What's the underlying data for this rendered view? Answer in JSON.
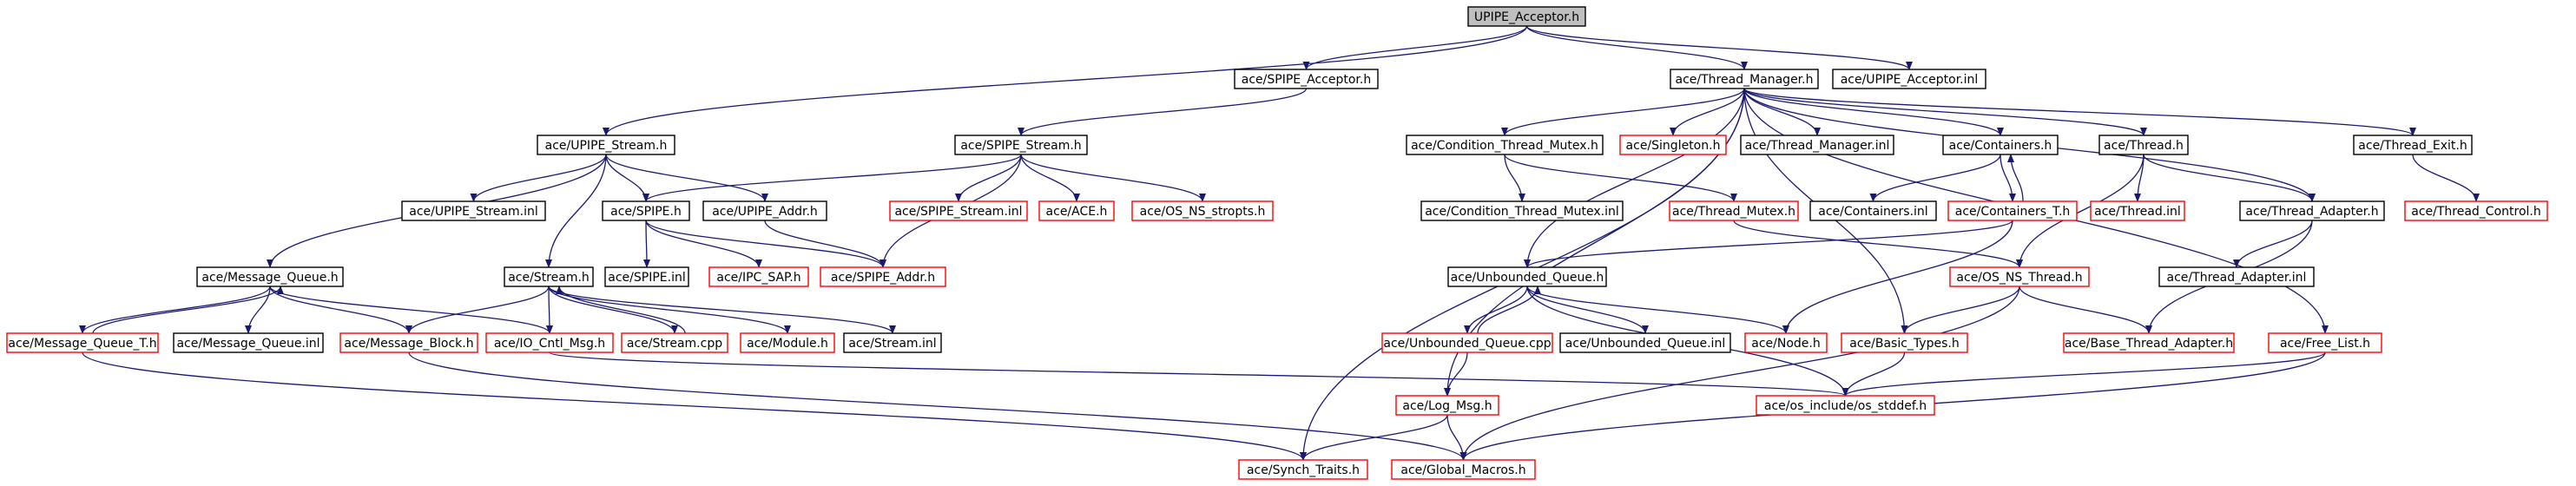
{
  "colors": {
    "edge": "#191970",
    "border_normal": "#000000",
    "border_truncated": "#ff0000",
    "fill_root": "#bfbfbf",
    "fill_normal": "#ffffff",
    "text": "#000000"
  },
  "nodes": [
    {
      "id": "upipe_acceptor_h",
      "label": "UPIPE_Acceptor.h",
      "kind": "root"
    },
    {
      "id": "spipe_acceptor_h",
      "label": "ace/SPIPE_Acceptor.h",
      "kind": "normal"
    },
    {
      "id": "thread_manager_h",
      "label": "ace/Thread_Manager.h",
      "kind": "normal"
    },
    {
      "id": "upipe_acceptor_inl",
      "label": "ace/UPIPE_Acceptor.inl",
      "kind": "normal"
    },
    {
      "id": "upipe_stream_h",
      "label": "ace/UPIPE_Stream.h",
      "kind": "normal"
    },
    {
      "id": "spipe_stream_h",
      "label": "ace/SPIPE_Stream.h",
      "kind": "normal"
    },
    {
      "id": "cond_thread_mutex_h",
      "label": "ace/Condition_Thread_Mutex.h",
      "kind": "normal"
    },
    {
      "id": "singleton_h",
      "label": "ace/Singleton.h",
      "kind": "truncated"
    },
    {
      "id": "thread_manager_inl",
      "label": "ace/Thread_Manager.inl",
      "kind": "normal"
    },
    {
      "id": "containers_h",
      "label": "ace/Containers.h",
      "kind": "normal"
    },
    {
      "id": "thread_h",
      "label": "ace/Thread.h",
      "kind": "normal"
    },
    {
      "id": "thread_exit_h",
      "label": "ace/Thread_Exit.h",
      "kind": "normal"
    },
    {
      "id": "upipe_stream_inl",
      "label": "ace/UPIPE_Stream.inl",
      "kind": "normal"
    },
    {
      "id": "spipe_h",
      "label": "ace/SPIPE.h",
      "kind": "normal"
    },
    {
      "id": "upipe_addr_h",
      "label": "ace/UPIPE_Addr.h",
      "kind": "normal"
    },
    {
      "id": "spipe_stream_inl",
      "label": "ace/SPIPE_Stream.inl",
      "kind": "truncated"
    },
    {
      "id": "ace_h",
      "label": "ace/ACE.h",
      "kind": "truncated"
    },
    {
      "id": "os_ns_stropts_h",
      "label": "ace/OS_NS_stropts.h",
      "kind": "truncated"
    },
    {
      "id": "cond_thread_mutex_inl",
      "label": "ace/Condition_Thread_Mutex.inl",
      "kind": "normal"
    },
    {
      "id": "thread_mutex_h",
      "label": "ace/Thread_Mutex.h",
      "kind": "truncated"
    },
    {
      "id": "containers_inl",
      "label": "ace/Containers.inl",
      "kind": "normal"
    },
    {
      "id": "containers_t_h",
      "label": "ace/Containers_T.h",
      "kind": "truncated"
    },
    {
      "id": "thread_inl",
      "label": "ace/Thread.inl",
      "kind": "truncated"
    },
    {
      "id": "thread_adapter_h",
      "label": "ace/Thread_Adapter.h",
      "kind": "normal"
    },
    {
      "id": "thread_control_h",
      "label": "ace/Thread_Control.h",
      "kind": "truncated"
    },
    {
      "id": "message_queue_h",
      "label": "ace/Message_Queue.h",
      "kind": "normal"
    },
    {
      "id": "stream_h",
      "label": "ace/Stream.h",
      "kind": "normal"
    },
    {
      "id": "spipe_inl",
      "label": "ace/SPIPE.inl",
      "kind": "normal"
    },
    {
      "id": "ipc_sap_h",
      "label": "ace/IPC_SAP.h",
      "kind": "truncated"
    },
    {
      "id": "spipe_addr_h",
      "label": "ace/SPIPE_Addr.h",
      "kind": "truncated"
    },
    {
      "id": "unbounded_queue_h",
      "label": "ace/Unbounded_Queue.h",
      "kind": "normal"
    },
    {
      "id": "os_ns_thread_h",
      "label": "ace/OS_NS_Thread.h",
      "kind": "truncated"
    },
    {
      "id": "thread_adapter_inl",
      "label": "ace/Thread_Adapter.inl",
      "kind": "normal"
    },
    {
      "id": "message_queue_t_h",
      "label": "ace/Message_Queue_T.h",
      "kind": "truncated"
    },
    {
      "id": "message_queue_inl",
      "label": "ace/Message_Queue.inl",
      "kind": "normal"
    },
    {
      "id": "message_block_h",
      "label": "ace/Message_Block.h",
      "kind": "truncated"
    },
    {
      "id": "io_cntl_msg_h",
      "label": "ace/IO_Cntl_Msg.h",
      "kind": "truncated"
    },
    {
      "id": "stream_cpp",
      "label": "ace/Stream.cpp",
      "kind": "truncated"
    },
    {
      "id": "module_h",
      "label": "ace/Module.h",
      "kind": "truncated"
    },
    {
      "id": "stream_inl",
      "label": "ace/Stream.inl",
      "kind": "normal"
    },
    {
      "id": "unbounded_queue_cpp",
      "label": "ace/Unbounded_Queue.cpp",
      "kind": "truncated"
    },
    {
      "id": "unbounded_queue_inl",
      "label": "ace/Unbounded_Queue.inl",
      "kind": "normal"
    },
    {
      "id": "node_h",
      "label": "ace/Node.h",
      "kind": "truncated"
    },
    {
      "id": "basic_types_h",
      "label": "ace/Basic_Types.h",
      "kind": "truncated"
    },
    {
      "id": "base_thread_adapter_h",
      "label": "ace/Base_Thread_Adapter.h",
      "kind": "truncated"
    },
    {
      "id": "free_list_h",
      "label": "ace/Free_List.h",
      "kind": "truncated"
    },
    {
      "id": "log_msg_h",
      "label": "ace/Log_Msg.h",
      "kind": "truncated"
    },
    {
      "id": "os_stddef_h",
      "label": "ace/os_include/os_stddef.h",
      "kind": "truncated"
    },
    {
      "id": "synch_traits_h",
      "label": "ace/Synch_Traits.h",
      "kind": "truncated"
    },
    {
      "id": "global_macros_h",
      "label": "ace/Global_Macros.h",
      "kind": "truncated"
    }
  ],
  "edges": [
    [
      "upipe_acceptor_h",
      "spipe_acceptor_h"
    ],
    [
      "upipe_acceptor_h",
      "thread_manager_h"
    ],
    [
      "upipe_acceptor_h",
      "upipe_acceptor_inl"
    ],
    [
      "upipe_acceptor_h",
      "upipe_stream_h"
    ],
    [
      "spipe_acceptor_h",
      "spipe_stream_h"
    ],
    [
      "thread_manager_h",
      "cond_thread_mutex_h"
    ],
    [
      "thread_manager_h",
      "singleton_h"
    ],
    [
      "thread_manager_h",
      "thread_manager_inl"
    ],
    [
      "thread_manager_h",
      "containers_h"
    ],
    [
      "thread_manager_h",
      "thread_h"
    ],
    [
      "thread_manager_h",
      "thread_exit_h"
    ],
    [
      "thread_manager_h",
      "thread_adapter_h"
    ],
    [
      "thread_manager_h",
      "free_list_h"
    ],
    [
      "thread_manager_h",
      "unbounded_queue_h"
    ],
    [
      "thread_manager_h",
      "log_msg_h"
    ],
    [
      "thread_manager_h",
      "synch_traits_h"
    ],
    [
      "thread_manager_h",
      "basic_types_h"
    ],
    [
      "upipe_stream_h",
      "upipe_stream_inl"
    ],
    [
      "upipe_stream_h",
      "spipe_h"
    ],
    [
      "upipe_stream_h",
      "upipe_addr_h"
    ],
    [
      "upipe_stream_h",
      "stream_h"
    ],
    [
      "upipe_stream_h",
      "message_queue_h"
    ],
    [
      "spipe_stream_h",
      "spipe_h"
    ],
    [
      "spipe_stream_h",
      "spipe_stream_inl"
    ],
    [
      "spipe_stream_h",
      "ace_h"
    ],
    [
      "spipe_stream_h",
      "os_ns_stropts_h"
    ],
    [
      "spipe_stream_h",
      "spipe_addr_h"
    ],
    [
      "cond_thread_mutex_h",
      "cond_thread_mutex_inl"
    ],
    [
      "cond_thread_mutex_h",
      "thread_mutex_h"
    ],
    [
      "containers_h",
      "containers_inl"
    ],
    [
      "containers_h",
      "containers_t_h"
    ],
    [
      "containers_t_h",
      "containers_h"
    ],
    [
      "containers_t_h",
      "unbounded_queue_h"
    ],
    [
      "containers_t_h",
      "node_h"
    ],
    [
      "thread_h",
      "thread_inl"
    ],
    [
      "thread_h",
      "thread_adapter_h"
    ],
    [
      "thread_h",
      "os_ns_thread_h"
    ],
    [
      "thread_exit_h",
      "thread_control_h"
    ],
    [
      "thread_adapter_h",
      "thread_adapter_inl"
    ],
    [
      "thread_adapter_h",
      "base_thread_adapter_h"
    ],
    [
      "thread_mutex_h",
      "os_ns_thread_h"
    ],
    [
      "spipe_h",
      "spipe_inl"
    ],
    [
      "spipe_h",
      "ipc_sap_h"
    ],
    [
      "spipe_h",
      "spipe_addr_h"
    ],
    [
      "upipe_addr_h",
      "spipe_addr_h"
    ],
    [
      "message_queue_h",
      "message_queue_t_h"
    ],
    [
      "message_queue_t_h",
      "message_queue_h"
    ],
    [
      "message_queue_h",
      "message_queue_inl"
    ],
    [
      "message_queue_h",
      "message_block_h"
    ],
    [
      "message_queue_h",
      "io_cntl_msg_h"
    ],
    [
      "message_queue_t_h",
      "synch_traits_h"
    ],
    [
      "stream_h",
      "message_block_h"
    ],
    [
      "stream_h",
      "io_cntl_msg_h"
    ],
    [
      "stream_h",
      "stream_cpp"
    ],
    [
      "stream_cpp",
      "stream_h"
    ],
    [
      "stream_h",
      "module_h"
    ],
    [
      "stream_h",
      "stream_inl"
    ],
    [
      "message_block_h",
      "global_macros_h"
    ],
    [
      "io_cntl_msg_h",
      "os_stddef_h"
    ],
    [
      "unbounded_queue_h",
      "unbounded_queue_cpp"
    ],
    [
      "unbounded_queue_cpp",
      "unbounded_queue_h"
    ],
    [
      "unbounded_queue_h",
      "unbounded_queue_inl"
    ],
    [
      "unbounded_queue_h",
      "node_h"
    ],
    [
      "unbounded_queue_h",
      "os_stddef_h"
    ],
    [
      "unbounded_queue_cpp",
      "log_msg_h"
    ],
    [
      "os_ns_thread_h",
      "basic_types_h"
    ],
    [
      "os_ns_thread_h",
      "base_thread_adapter_h"
    ],
    [
      "os_ns_thread_h",
      "global_macros_h"
    ],
    [
      "basic_types_h",
      "os_stddef_h"
    ],
    [
      "free_list_h",
      "os_stddef_h"
    ],
    [
      "free_list_h",
      "global_macros_h"
    ],
    [
      "log_msg_h",
      "synch_traits_h"
    ],
    [
      "log_msg_h",
      "global_macros_h"
    ]
  ]
}
